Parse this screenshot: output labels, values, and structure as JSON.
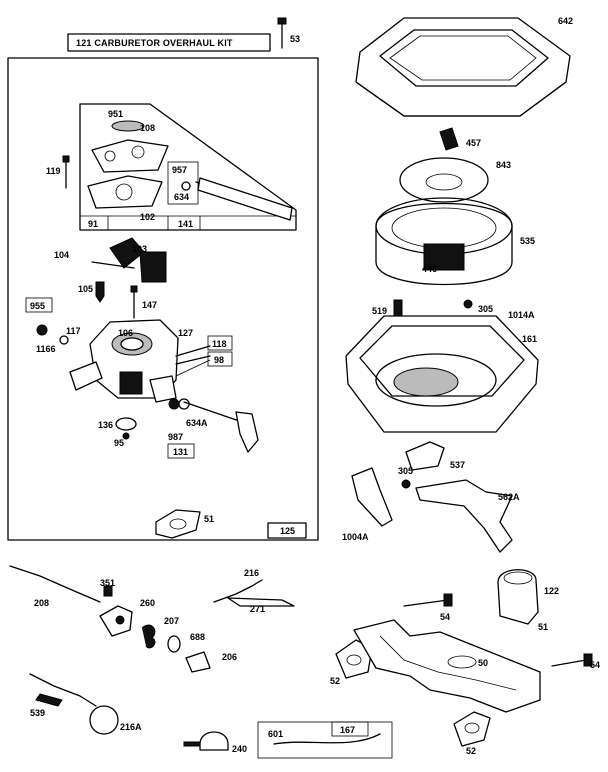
{
  "kit_title": "121   CARBURETOR OVERHAUL KIT",
  "labels": {
    "p642": "642",
    "p53": "53",
    "p457": "457",
    "p843": "843",
    "p535": "535",
    "p446": "446",
    "p519": "519",
    "p305a": "305",
    "p1014A": "1014A",
    "p161": "161",
    "p537": "537",
    "p305b": "305",
    "p562A": "562A",
    "p1004A": "1004A",
    "p951": "951",
    "p108": "108",
    "p119": "119",
    "p957": "957",
    "p634": "634",
    "p102": "102",
    "p91": "91",
    "p141": "141",
    "p104": "104",
    "p103": "103",
    "p105": "105",
    "p147": "147",
    "p955": "955",
    "p117": "117",
    "p1166": "1166",
    "p127": "127",
    "p118": "118",
    "p98": "98",
    "p136": "136",
    "p95": "95",
    "p987": "987",
    "p634A": "634A",
    "p131": "131",
    "p51a": "51",
    "p125": "125",
    "p208": "208",
    "p351": "351",
    "p260": "260",
    "p207": "207",
    "p688": "688",
    "p206": "206",
    "p216": "216",
    "p271": "271",
    "p54a": "54",
    "p122": "122",
    "p51b": "51",
    "p52a": "52",
    "p50": "50",
    "p54b": "54",
    "p52b": "52",
    "p539": "539",
    "p216A": "216A",
    "p240": "240",
    "p601": "601",
    "p167": "167",
    "p106": "106"
  }
}
